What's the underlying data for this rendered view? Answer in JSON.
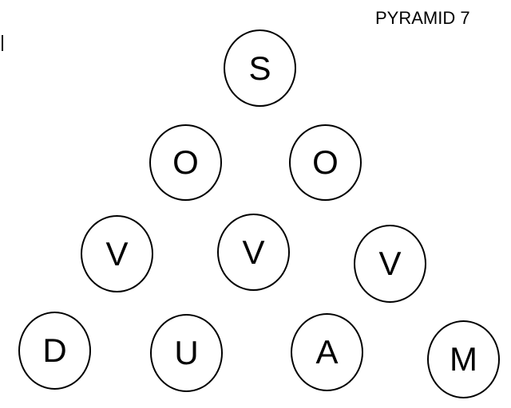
{
  "title": "PYRAMID 7",
  "rows": [
    [
      "S"
    ],
    [
      "O",
      "O"
    ],
    [
      "V",
      "V",
      "V"
    ],
    [
      "D",
      "U",
      "A",
      "M"
    ]
  ]
}
